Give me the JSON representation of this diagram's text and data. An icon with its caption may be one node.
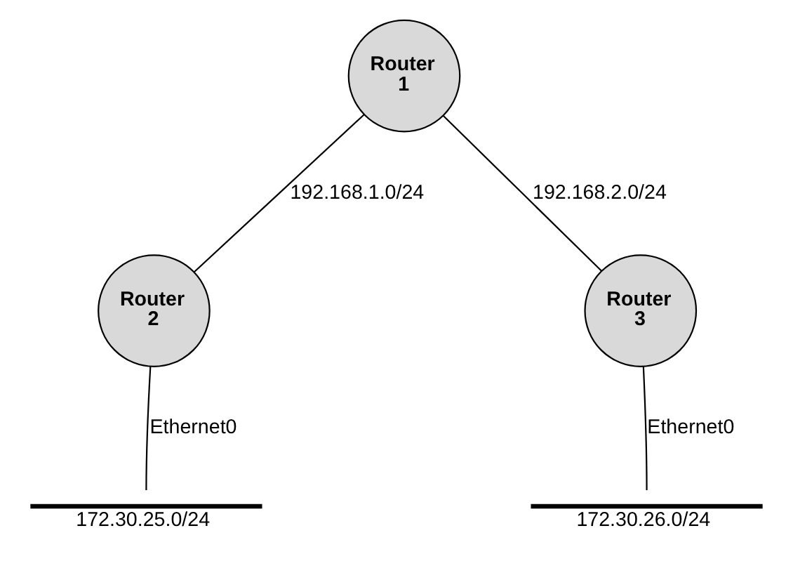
{
  "diagram": {
    "nodes": [
      {
        "text": [
          "Router 1"
        ]
      },
      {
        "text": [
          "Router 2"
        ]
      },
      {
        "text": [
          "Router 3"
        ]
      },
      {
        "text": [
          "172.30.25.0/24"
        ]
      },
      {
        "text": [
          "172.30.26.0/24"
        ]
      }
    ],
    "edges": [
      {
        "from": 0,
        "to": 1,
        "arrow": "none",
        "label": "192.168.1.0/24"
      },
      {
        "from": 0,
        "to": 2,
        "arrow": "none",
        "label": "192.168.2.0/24"
      },
      {
        "from": 1,
        "to": 3,
        "arrow": "none",
        "label": "Ethernet0"
      },
      {
        "from": 2,
        "to": 4,
        "arrow": "none",
        "label": "Ethernet0"
      }
    ]
  }
}
